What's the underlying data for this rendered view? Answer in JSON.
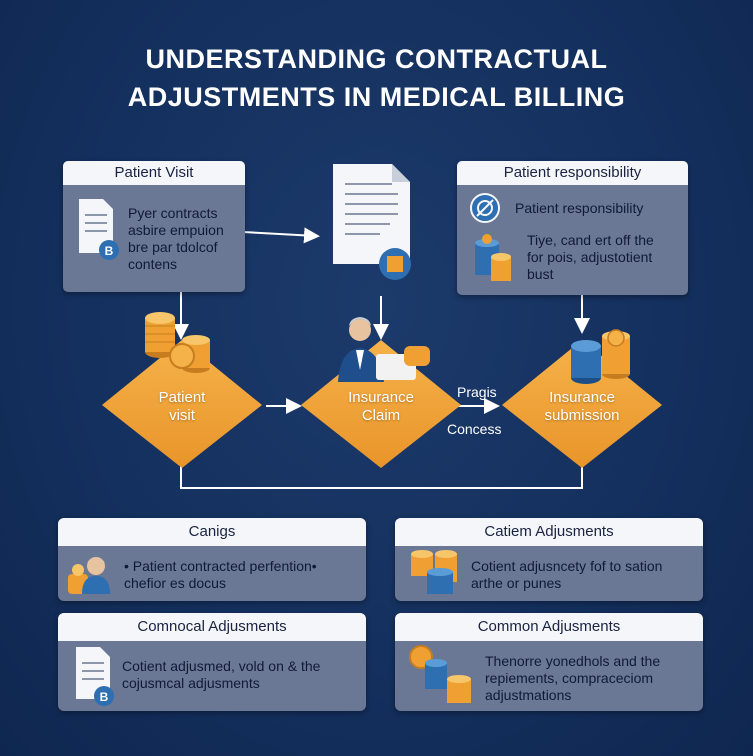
{
  "title": {
    "line1": "UNDERSTANDING CONTRACTUAL",
    "line2": "ADJUSTMENTS IN MEDICAL BILLING"
  },
  "top_cards": {
    "patient_visit": {
      "heading": "Patient Visit",
      "lines": [
        "Pyer contracts",
        "asbire empuion",
        "bre par tdolcof",
        "contens"
      ],
      "badge": "B"
    },
    "patient_responsibility": {
      "heading": "Patient responsibility",
      "item_label": "Patient responsibility",
      "lines": [
        "Tiye, cand ert off the",
        "for pois, adjustotient",
        "bust"
      ]
    }
  },
  "flow": {
    "nodes": [
      {
        "label_line1": "Patient",
        "label_line2": "visit"
      },
      {
        "label_line1": "Insurance",
        "label_line2": "Claim"
      },
      {
        "label_line1": "Insurance",
        "label_line2": "submission"
      }
    ],
    "edge_labels": {
      "above": "Pragis",
      "below": "Concess"
    }
  },
  "lower_cards": [
    {
      "heading": "Canigs",
      "lines": [
        "• Patient contracted perfention•",
        "chefior es docus"
      ]
    },
    {
      "heading": "Catiem Adjusments",
      "lines": [
        "Cotient adjusncety fof to sation",
        "arthe or punes"
      ]
    },
    {
      "heading": "Comnocal Adjusments",
      "lines": [
        "Cotient adjusmed, vold on & the",
        "cojusmcal adjusments"
      ],
      "badge": "B"
    },
    {
      "heading": "Common Adjusments",
      "lines": [
        "Thenorre yonedhols and the",
        "repiements, compraceciom",
        "adjustmations"
      ]
    }
  ],
  "colors": {
    "background": "#14305e",
    "diamond": "#f2a33a",
    "card": "#6b7895",
    "card_header": "#f4f6f9",
    "coin": "#f0a032",
    "coin_blue": "#2d6fb0"
  },
  "icons": [
    "document-icon",
    "coins-icon",
    "businessman-icon",
    "target-icon",
    "badge-icon"
  ]
}
